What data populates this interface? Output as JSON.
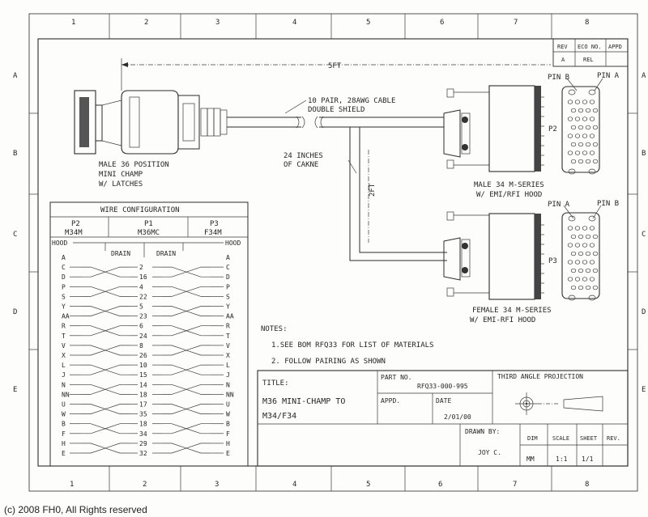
{
  "border": {
    "columns": [
      "1",
      "2",
      "3",
      "4",
      "5",
      "6",
      "7",
      "8"
    ],
    "rows": [
      "A",
      "B",
      "C",
      "D",
      "E"
    ]
  },
  "revision_block": {
    "headers": [
      "REV",
      "ECO NO.",
      "APPD"
    ],
    "values": [
      "A",
      "REL",
      ""
    ]
  },
  "drawing": {
    "length_label": "5FT",
    "cable_label": [
      "10 PAIR, 28AWG CABLE",
      "DOUBLE SHIELD"
    ],
    "breakout_label": [
      "24 INCHES",
      "OF CAKNE"
    ],
    "branch_label": "2FT",
    "p1_desc": [
      "MALE 36 POSITION",
      "MINI CHAMP",
      "W/ LATCHES"
    ],
    "p2_desc": [
      "MALE 34 M-SERIES",
      "W/ EMI/RFI HOOD"
    ],
    "p3_desc": [
      "FEMALE 34 M-SERIES",
      "W/ EMI-RFI HOOD"
    ],
    "p2_label": "P2",
    "p3_label": "P3",
    "p2_pins": [
      "PIN B",
      "PIN A"
    ],
    "p3_pins": [
      "PIN A",
      "PIN B"
    ]
  },
  "wire_config": {
    "title": "WIRE CONFIGURATION",
    "columns": [
      {
        "name": "P2",
        "type": "M34M"
      },
      {
        "name": "P1",
        "type": "M36MC"
      },
      {
        "name": "P3",
        "type": "F34M"
      }
    ],
    "hood_left": "HOOD",
    "hood_right": "HOOD",
    "drain_left": "DRAIN",
    "drain_right": "DRAIN",
    "left_letters": [
      "A",
      "C",
      "D",
      "P",
      "S",
      "Y",
      "AA",
      "R",
      "T",
      "V",
      "X",
      "L",
      "J",
      "N",
      "NN",
      "U",
      "W",
      "B",
      "F",
      "H",
      "E"
    ],
    "center_numbers": [
      "",
      "2",
      "16",
      "4",
      "22",
      "5",
      "23",
      "6",
      "24",
      "8",
      "26",
      "10",
      "15",
      "14",
      "18",
      "17",
      "35",
      "18",
      "34",
      "29",
      "32"
    ],
    "right_letters": [
      "A",
      "C",
      "D",
      "P",
      "S",
      "Y",
      "AA",
      "R",
      "T",
      "V",
      "X",
      "L",
      "J",
      "N",
      "NN",
      "U",
      "W",
      "B",
      "F",
      "H",
      "E"
    ]
  },
  "notes": {
    "heading": "NOTES:",
    "items": [
      "1.SEE BOM RFQ33 FOR LIST OF MATERIALS",
      "2. FOLLOW PAIRING AS SHOWN"
    ]
  },
  "title_block": {
    "title_label": "TITLE:",
    "title_lines": [
      "M36 MINI-CHAMP TO",
      "M34/F34"
    ],
    "part_no_label": "PART NO.",
    "part_no": "RFQ33-000-995",
    "appd_label": "APPD.",
    "date_label": "DATE",
    "date": "2/01/00",
    "projection_label": "THIRD ANGLE PROJECTION",
    "drawn_by_label": "DRAWN BY:",
    "drawn_by": "JOY C.",
    "dim_label": "DIM",
    "dim": "MM",
    "scale_label": "SCALE",
    "scale": "1:1",
    "sheet_label": "SHEET",
    "sheet": "1/1",
    "rev_label": "REV."
  },
  "copyright": "(c) 2008 FH0, All Rights reserved"
}
